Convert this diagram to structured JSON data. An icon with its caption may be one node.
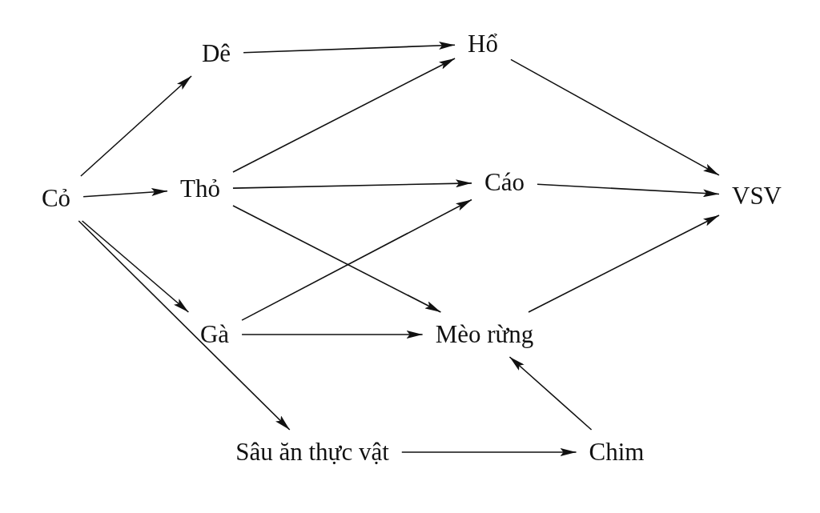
{
  "diagram": {
    "nodes": [
      {
        "text": [
          "Cỏ"
        ]
      },
      {
        "text": [
          "Dê"
        ]
      },
      {
        "text": [
          "Hổ"
        ]
      },
      {
        "text": [
          "Thỏ"
        ]
      },
      {
        "text": [
          "Cáo"
        ]
      },
      {
        "text": [
          "VSV"
        ]
      },
      {
        "text": [
          "Gà"
        ]
      },
      {
        "text": [
          "Mèo rừng"
        ]
      },
      {
        "text": [
          "Sâu ăn thực vật"
        ]
      },
      {
        "text": [
          "Chim"
        ]
      }
    ],
    "edges": [
      {
        "from": 0,
        "to": 1,
        "arrow": "to"
      },
      {
        "from": 0,
        "to": 3,
        "arrow": "to"
      },
      {
        "from": 0,
        "to": 6,
        "arrow": "to"
      },
      {
        "from": 0,
        "to": 8,
        "arrow": "to"
      },
      {
        "from": 1,
        "to": 2,
        "arrow": "to"
      },
      {
        "from": 3,
        "to": 2,
        "arrow": "to"
      },
      {
        "from": 3,
        "to": 4,
        "arrow": "to"
      },
      {
        "from": 3,
        "to": 7,
        "arrow": "to"
      },
      {
        "from": 6,
        "to": 4,
        "arrow": "to"
      },
      {
        "from": 6,
        "to": 7,
        "arrow": "to"
      },
      {
        "from": 8,
        "to": 9,
        "arrow": "to"
      },
      {
        "from": 9,
        "to": 7,
        "arrow": "to"
      },
      {
        "from": 2,
        "to": 5,
        "arrow": "to"
      },
      {
        "from": 4,
        "to": 5,
        "arrow": "to"
      },
      {
        "from": 7,
        "to": 5,
        "arrow": "to"
      }
    ]
  }
}
